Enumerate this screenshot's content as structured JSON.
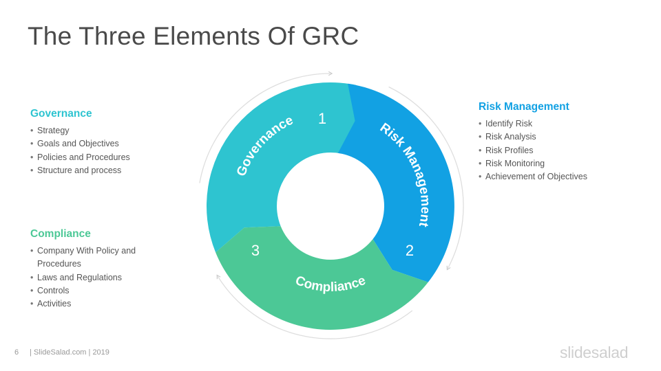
{
  "title": "The Three Elements Of GRC",
  "colors": {
    "governance": "#2ec4d0",
    "risk": "#12a1e3",
    "compliance": "#4cc896",
    "ring": "#dedede"
  },
  "governance": {
    "heading": "Governance",
    "items": [
      "Strategy",
      "Goals and Objectives",
      "Policies and Procedures",
      "Structure and process"
    ]
  },
  "risk": {
    "heading": "Risk Management",
    "items": [
      "Identify Risk",
      "Risk Analysis",
      "Risk Profiles",
      "Risk Monitoring",
      "Achievement of Objectives"
    ]
  },
  "compliance": {
    "heading": "Compliance",
    "items": [
      "Company With Policy and Procedures",
      "Laws and Regulations",
      "Controls",
      "Activities"
    ]
  },
  "cycle": {
    "segments": [
      {
        "label": "Governance",
        "number": "1"
      },
      {
        "label": "Risk Management",
        "number": "2"
      },
      {
        "label": "Compliance",
        "number": "3"
      }
    ]
  },
  "footer": {
    "page": "6",
    "credit": "| SlideSalad.com | 2019"
  },
  "logo": "slidesalad"
}
